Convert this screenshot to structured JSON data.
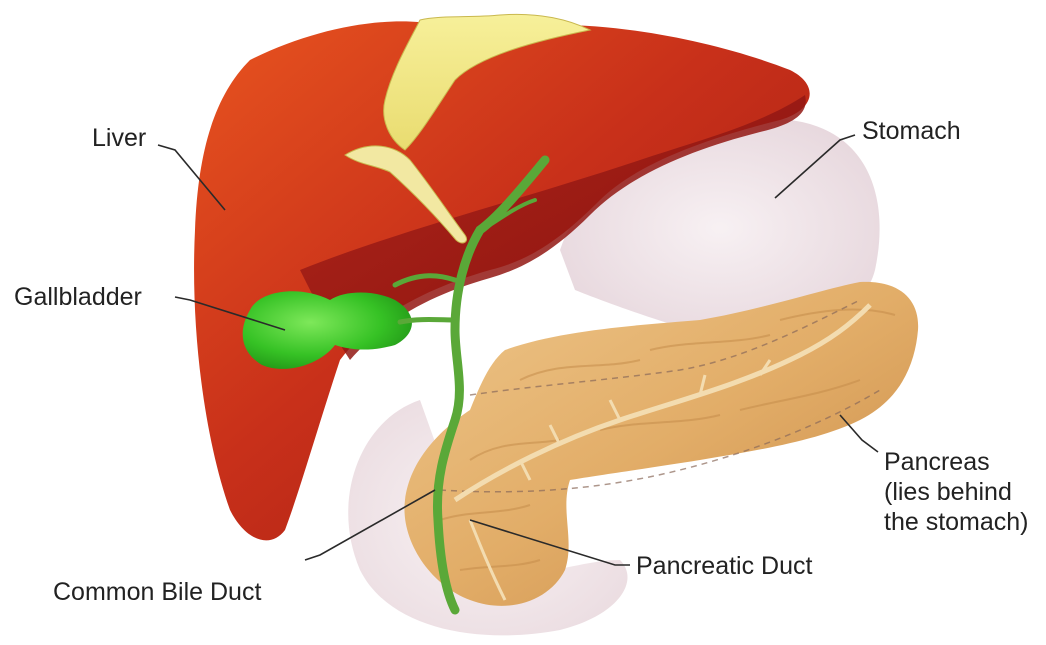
{
  "labels": {
    "liver": "Liver",
    "gallbladder": "Gallbladder",
    "common_bile_duct": "Common Bile Duct",
    "stomach": "Stomach",
    "pancreas_line1": "Pancreas",
    "pancreas_line2": "(lies behind",
    "pancreas_line3": "the stomach)",
    "pancreatic_duct": "Pancreatic Duct"
  },
  "colors": {
    "liver": "#c8301a",
    "liver_dark": "#8e1410",
    "gallbladder": "#3cc42a",
    "bile_duct": "#5aa838",
    "stomach": "#ecdde2",
    "pancreas": "#e3b270",
    "ligament": "#f3ea8a"
  }
}
